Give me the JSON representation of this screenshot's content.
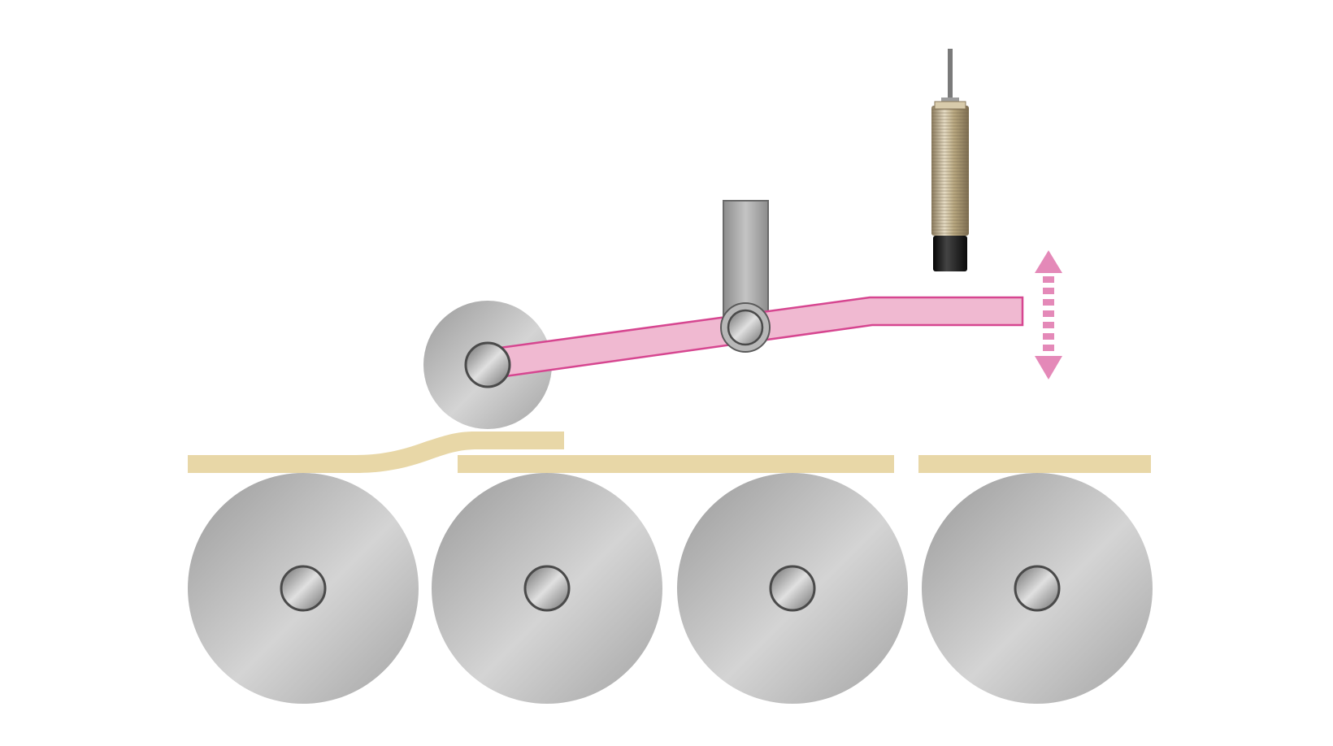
{
  "diagram": {
    "type": "overlap-detection-lever",
    "components": {
      "sensor": "proximity-sensor",
      "lever": "pivoting-lever-arm",
      "bracket": "pivot-bracket",
      "feeler_roller": "feeler-roller",
      "conveyor_rollers": 4,
      "sheets": [
        "overlapped-sheet-left",
        "sheet-middle",
        "sheet-right"
      ],
      "motion_indicator": "double-arrow-vertical"
    },
    "colors": {
      "background": "#ffffff",
      "sheet": "#e9d8a8",
      "lever_fill": "#f0b8d0",
      "lever_stroke": "#d64690",
      "arrow": "#e489b8",
      "roller_light": "#d3d3d3",
      "roller_dark": "#9c9c9c",
      "bracket": "#a8a8a8",
      "sensor_body": "#c6b594",
      "sensor_cap": "#1c1c1c"
    }
  }
}
